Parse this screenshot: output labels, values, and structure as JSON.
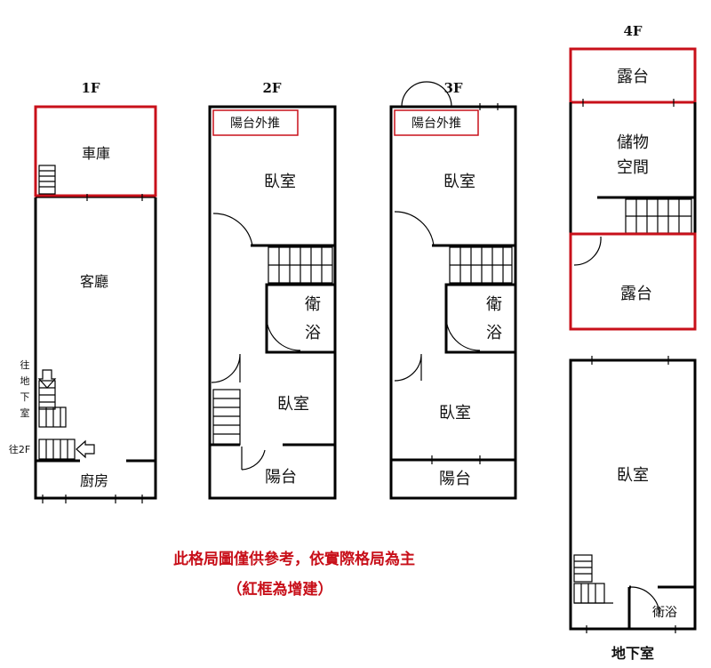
{
  "floors": {
    "f1": {
      "label": "1F",
      "rooms": {
        "garage": "車庫",
        "living": "客廳",
        "kitchen": "廚房"
      },
      "stairs": {
        "to_basement": [
          "往",
          "地",
          "下",
          "室"
        ],
        "to_2f": "往2F"
      }
    },
    "f2": {
      "label": "2F",
      "balcony_push": "陽台外推",
      "rooms": {
        "bedroom_front": "臥室",
        "bath": [
          "衛",
          "浴"
        ],
        "bedroom_back": "臥室",
        "balcony": "陽台"
      }
    },
    "f3": {
      "label": "3F",
      "balcony_push": "陽台外推",
      "rooms": {
        "bedroom_front": "臥室",
        "bath": [
          "衛",
          "浴"
        ],
        "bedroom_back": "臥室",
        "balcony": "陽台"
      }
    },
    "f4": {
      "label": "4F",
      "rooms": {
        "terrace_front": "露台",
        "storage": [
          "儲物",
          "空間"
        ],
        "terrace_back": "露台"
      }
    },
    "basement": {
      "label": "地下室",
      "rooms": {
        "bedroom": "臥室",
        "bath": "衛浴"
      }
    }
  },
  "notes": {
    "disclaimer": "此格局圖僅供參考，依實際格局為主",
    "red_frame": "（紅框為增建）"
  },
  "colors": {
    "wall": "#000000",
    "addition": "#c8101a",
    "note": "#c8101a"
  }
}
